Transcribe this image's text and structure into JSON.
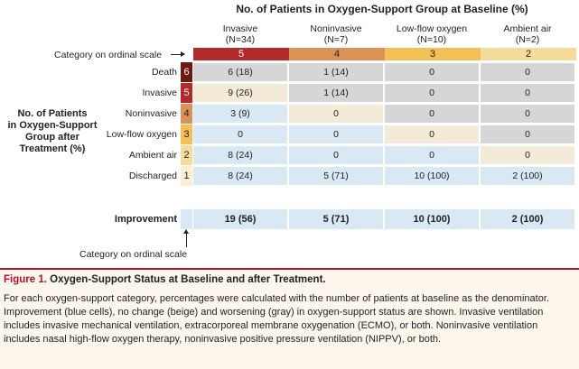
{
  "figure": {
    "main_title": "No. of Patients in Oxygen-Support Group at Baseline (%)",
    "side_title": [
      "No. of Patients",
      "in Oxygen-Support",
      "Group after",
      "Treatment (%)"
    ],
    "ordinal_label_top": "Category on ordinal scale",
    "ordinal_label_bottom": "Category on ordinal scale",
    "improvement_label": "Improvement"
  },
  "colors": {
    "improvement": "#d9e9f3",
    "no_change": "#f3ead7",
    "worsening": "#d6d6d6",
    "code_6": "#6e1a12",
    "code_5": "#b22a2a",
    "code_4": "#dc9257",
    "code_3": "#f2c056",
    "code_2": "#f6dc9c",
    "code_1": "#fbefd0",
    "caption_bg": "#fdf6ec",
    "accent": "#b0112b"
  },
  "chart_data": {
    "type": "table",
    "title": "No. of Patients in Oxygen-Support Group at Baseline (%)",
    "columns": [
      {
        "label": "Invasive",
        "n": "(N=34)",
        "code": "5"
      },
      {
        "label": "Noninvasive",
        "n": "(N=7)",
        "code": "4"
      },
      {
        "label": "Low-flow oxygen",
        "n": "(N=10)",
        "code": "3"
      },
      {
        "label": "Ambient air",
        "n": "(N=2)",
        "code": "2"
      }
    ],
    "rows": [
      {
        "label": "Death",
        "code": "6",
        "cells": [
          "6 (18)",
          "1 (14)",
          "0",
          "0"
        ],
        "status": [
          "worse",
          "worse",
          "worse",
          "worse"
        ]
      },
      {
        "label": "Invasive",
        "code": "5",
        "cells": [
          "9 (26)",
          "1 (14)",
          "0",
          "0"
        ],
        "status": [
          "same",
          "worse",
          "worse",
          "worse"
        ]
      },
      {
        "label": "Noninvasive",
        "code": "4",
        "cells": [
          "3 (9)",
          "0",
          "0",
          "0"
        ],
        "status": [
          "improve",
          "same",
          "worse",
          "worse"
        ]
      },
      {
        "label": "Low-flow oxygen",
        "code": "3",
        "cells": [
          "0",
          "0",
          "0",
          "0"
        ],
        "status": [
          "improve",
          "improve",
          "same",
          "worse"
        ]
      },
      {
        "label": "Ambient air",
        "code": "2",
        "cells": [
          "8 (24)",
          "0",
          "0",
          "0"
        ],
        "status": [
          "improve",
          "improve",
          "improve",
          "same"
        ]
      },
      {
        "label": "Discharged",
        "code": "1",
        "cells": [
          "8 (24)",
          "5 (71)",
          "10 (100)",
          "2 (100)"
        ],
        "status": [
          "improve",
          "improve",
          "improve",
          "improve"
        ]
      }
    ],
    "improvement": [
      "19 (56)",
      "5 (71)",
      "10 (100)",
      "2 (100)"
    ]
  },
  "caption": {
    "figure_number": "Figure 1.",
    "title": "Oxygen-Support Status at Baseline and after Treatment.",
    "body": "For each oxygen-support category, percentages were calculated with the number of patients at baseline as the denominator. Improvement (blue cells), no change (beige) and worsening (gray) in oxygen-support status are shown. Invasive ventilation includes invasive mechanical ventilation, extracorporeal membrane oxygenation (ECMO), or both. Noninvasive ventilation includes nasal high-flow oxygen therapy, noninvasive positive pressure ventilation (NIPPV), or both."
  }
}
